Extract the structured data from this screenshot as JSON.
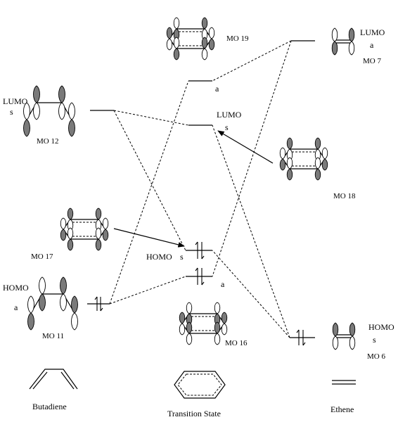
{
  "columns": {
    "left": "Butadiene",
    "center": "Transition State",
    "right": "Ethene"
  },
  "butadiene": {
    "lumo": {
      "role": "LUMO",
      "symmetry": "s",
      "mo": "MO 12"
    },
    "homo": {
      "role": "HOMO",
      "symmetry": "a",
      "mo": "MO 11"
    }
  },
  "ethene": {
    "lumo": {
      "role": "LUMO",
      "symmetry": "a",
      "mo": "MO 7"
    },
    "homo": {
      "role": "HOMO",
      "symmetry": "s",
      "mo": "MO 6"
    }
  },
  "transition_state": {
    "mo19": {
      "mo": "MO 19",
      "symmetry": "a"
    },
    "mo18": {
      "mo": "MO 18",
      "role": "LUMO",
      "symmetry": "s"
    },
    "mo17": {
      "mo": "MO 17",
      "role": "HOMO",
      "symmetry": "s"
    },
    "mo16": {
      "mo": "MO 16",
      "symmetry": "a"
    }
  }
}
